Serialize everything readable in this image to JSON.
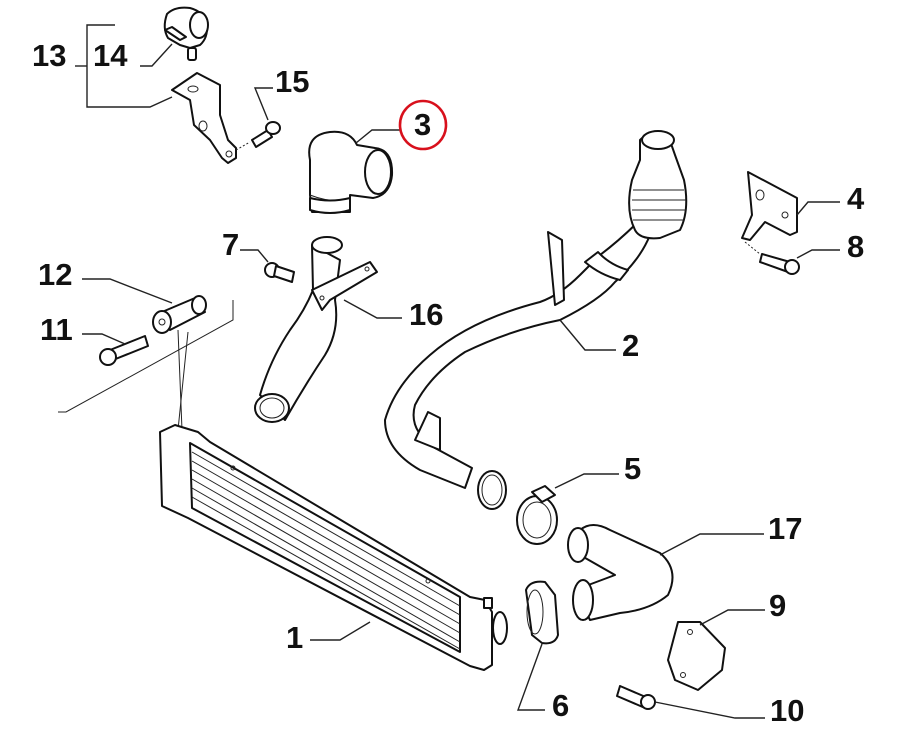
{
  "diagram": {
    "title": "Intercooler and charge air hoses exploded parts view",
    "highlight_color": "#d8101c",
    "highlighted_part": "3",
    "callouts": [
      {
        "id": "1",
        "label": "1",
        "part": "intercooler"
      },
      {
        "id": "2",
        "label": "2",
        "part": "charge-air-pipe"
      },
      {
        "id": "3",
        "label": "3",
        "part": "elbow-hose",
        "highlighted": true
      },
      {
        "id": "4",
        "label": "4",
        "part": "mounting-bracket"
      },
      {
        "id": "5",
        "label": "5",
        "part": "hose-clamp"
      },
      {
        "id": "6",
        "label": "6",
        "part": "hose-clamp"
      },
      {
        "id": "7",
        "label": "7",
        "part": "bolt"
      },
      {
        "id": "8",
        "label": "8",
        "part": "bolt"
      },
      {
        "id": "9",
        "label": "9",
        "part": "bracket"
      },
      {
        "id": "10",
        "label": "10",
        "part": "bolt"
      },
      {
        "id": "11",
        "label": "11",
        "part": "bolt"
      },
      {
        "id": "12",
        "label": "12",
        "part": "bushing"
      },
      {
        "id": "13",
        "label": "13",
        "part": "bracket-assembly"
      },
      {
        "id": "14",
        "label": "14",
        "part": "pipe-clip"
      },
      {
        "id": "15",
        "label": "15",
        "part": "bolt"
      },
      {
        "id": "16",
        "label": "16",
        "part": "intake-pipe"
      },
      {
        "id": "17",
        "label": "17",
        "part": "elbow-hose"
      }
    ]
  }
}
